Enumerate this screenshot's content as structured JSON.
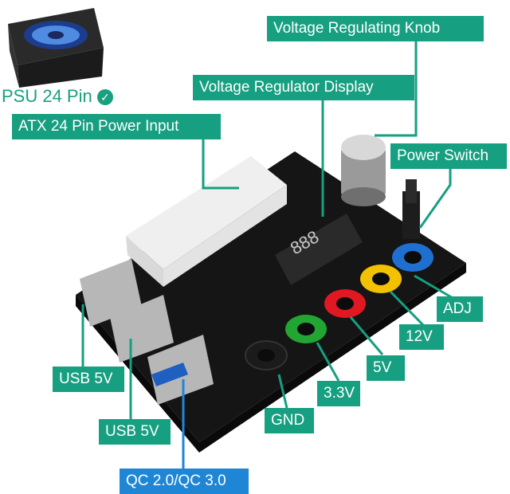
{
  "psu_label": "PSU 24 Pin",
  "labels": {
    "voltage_knob": "Voltage Regulating Knob",
    "regulator_display": "Voltage Regulator Display",
    "atx_input": "ATX 24 Pin Power Input",
    "power_switch": "Power Switch",
    "adj": "ADJ",
    "v12": "12V",
    "v5": "5V",
    "v33": "3.3V",
    "gnd": "GND",
    "usb5v_1": "USB 5V",
    "usb5v_2": "USB 5V",
    "qc": "QC 2.0/QC 3.0"
  },
  "display_digits": "888",
  "colors": {
    "label_green": "#169f80",
    "label_blue": "#1f86d6",
    "post_red": "#e01822",
    "post_yellow": "#f2c200",
    "post_green": "#22a532",
    "post_blue": "#1f6fd0",
    "post_black": "#1b1b1b",
    "board": "#151515"
  }
}
